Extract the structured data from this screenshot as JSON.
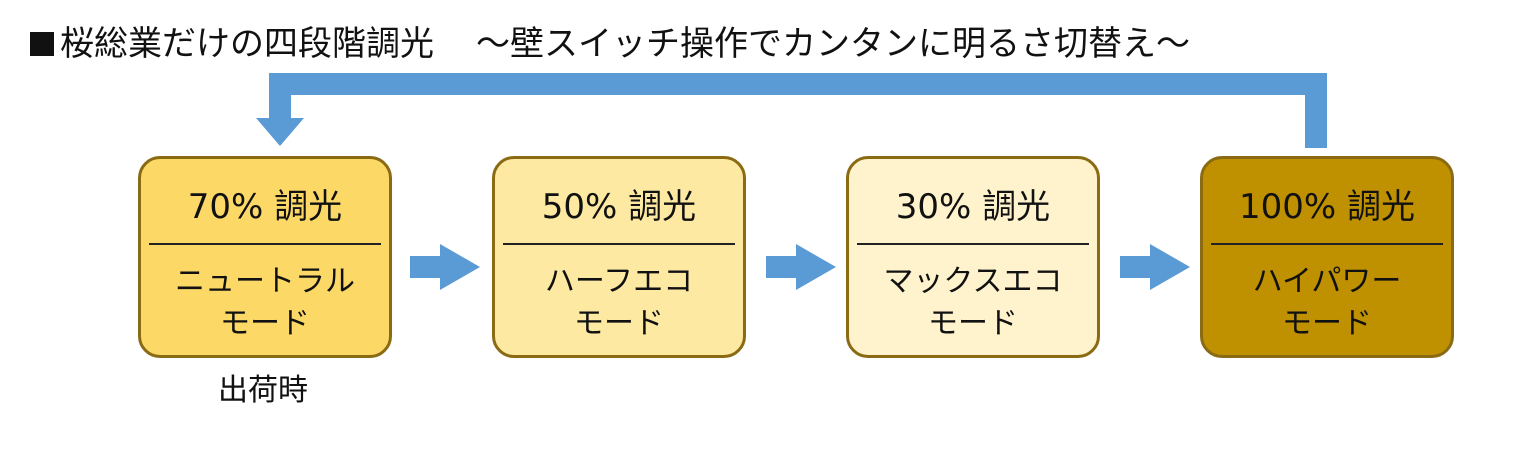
{
  "title": "桜総業だけの四段階調光",
  "subtitle": "～壁スイッチ操作でカンタンに明るさ切替え～",
  "colors": {
    "arrow": "#5b9bd5",
    "border": "#8a6a12",
    "box_70": "#fcd867",
    "box_50": "#fde9a1",
    "box_30": "#fff3cd",
    "box_100": "#bf9000"
  },
  "modes": [
    {
      "percent_label": "70% 調光",
      "name_line1": "ニュートラル",
      "name_line2": "モード"
    },
    {
      "percent_label": "50% 調光",
      "name_line1": "ハーフエコ",
      "name_line2": "モード"
    },
    {
      "percent_label": "30% 調光",
      "name_line1": "マックスエコ",
      "name_line2": "モード"
    },
    {
      "percent_label": "100% 調光",
      "name_line1": "ハイパワー",
      "name_line2": "モード"
    }
  ],
  "shipping_note": "出荷時"
}
